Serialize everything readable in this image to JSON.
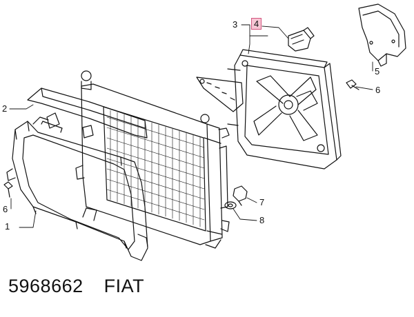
{
  "callouts": {
    "c1": "1",
    "c2": "2",
    "c3": "3",
    "c4": "4",
    "c5": "5",
    "c6a": "6",
    "c6b": "6",
    "c7": "7",
    "c8": "8"
  },
  "footer": {
    "part_number": "5968662",
    "brand": "FIAT"
  },
  "colors": {
    "highlight_fill": "#f7c6d4",
    "highlight_border": "#d2547e",
    "line": "#111111"
  }
}
